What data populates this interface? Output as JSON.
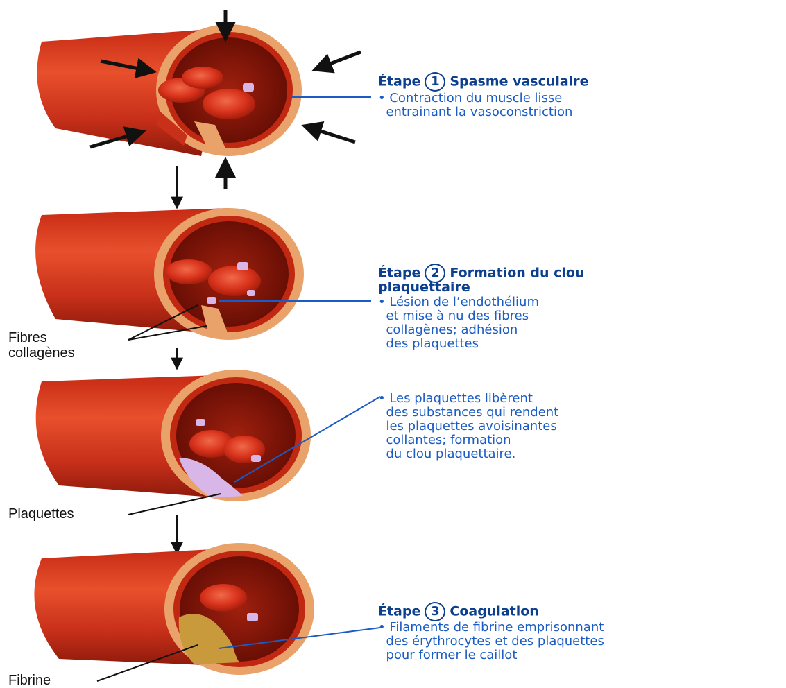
{
  "colors": {
    "vessel": "#d8321a",
    "vessel_dark": "#9a1b0c",
    "lumen": "#7a0f06",
    "wall": "#e9a36a",
    "text_blue": "#1a5bc4",
    "heading_blue": "#0d3f8f",
    "platelet": "#d9b6e8",
    "fibrin": "#c89a3c"
  },
  "step1": {
    "word": "Étape",
    "num": "1",
    "title": "Spasme vasculaire",
    "bullet": "• Contraction du muscle lisse\n  entrainant la vasoconstriction"
  },
  "step2": {
    "word": "Étape",
    "num": "2",
    "title": "Formation du clou",
    "title2": "plaquettaire",
    "bullet": "• Lésion de l’endothélium\n  et mise à nu des fibres\n  collagènes; adhésion\n  des plaquettes"
  },
  "step2b": {
    "bullet": "• Les plaquettes libèrent\n  des substances qui rendent\n  les plaquettes avoisinantes\n  collantes; formation\n  du clou plaquettaire."
  },
  "step3": {
    "word": "Étape",
    "num": "3",
    "title": "Coagulation",
    "bullet": "• Filaments de fibrine emprisonnant\n  des érythrocytes et des plaquettes\n  pour former le caillot"
  },
  "labels": {
    "fibres": "Fibres\ncollagènes",
    "plaquettes": "Plaquettes",
    "fibrine": "Fibrine"
  },
  "icons": [
    "arrow-down-icon",
    "arrow-in-icon",
    "red-blood-cell-icon",
    "platelet-icon"
  ]
}
